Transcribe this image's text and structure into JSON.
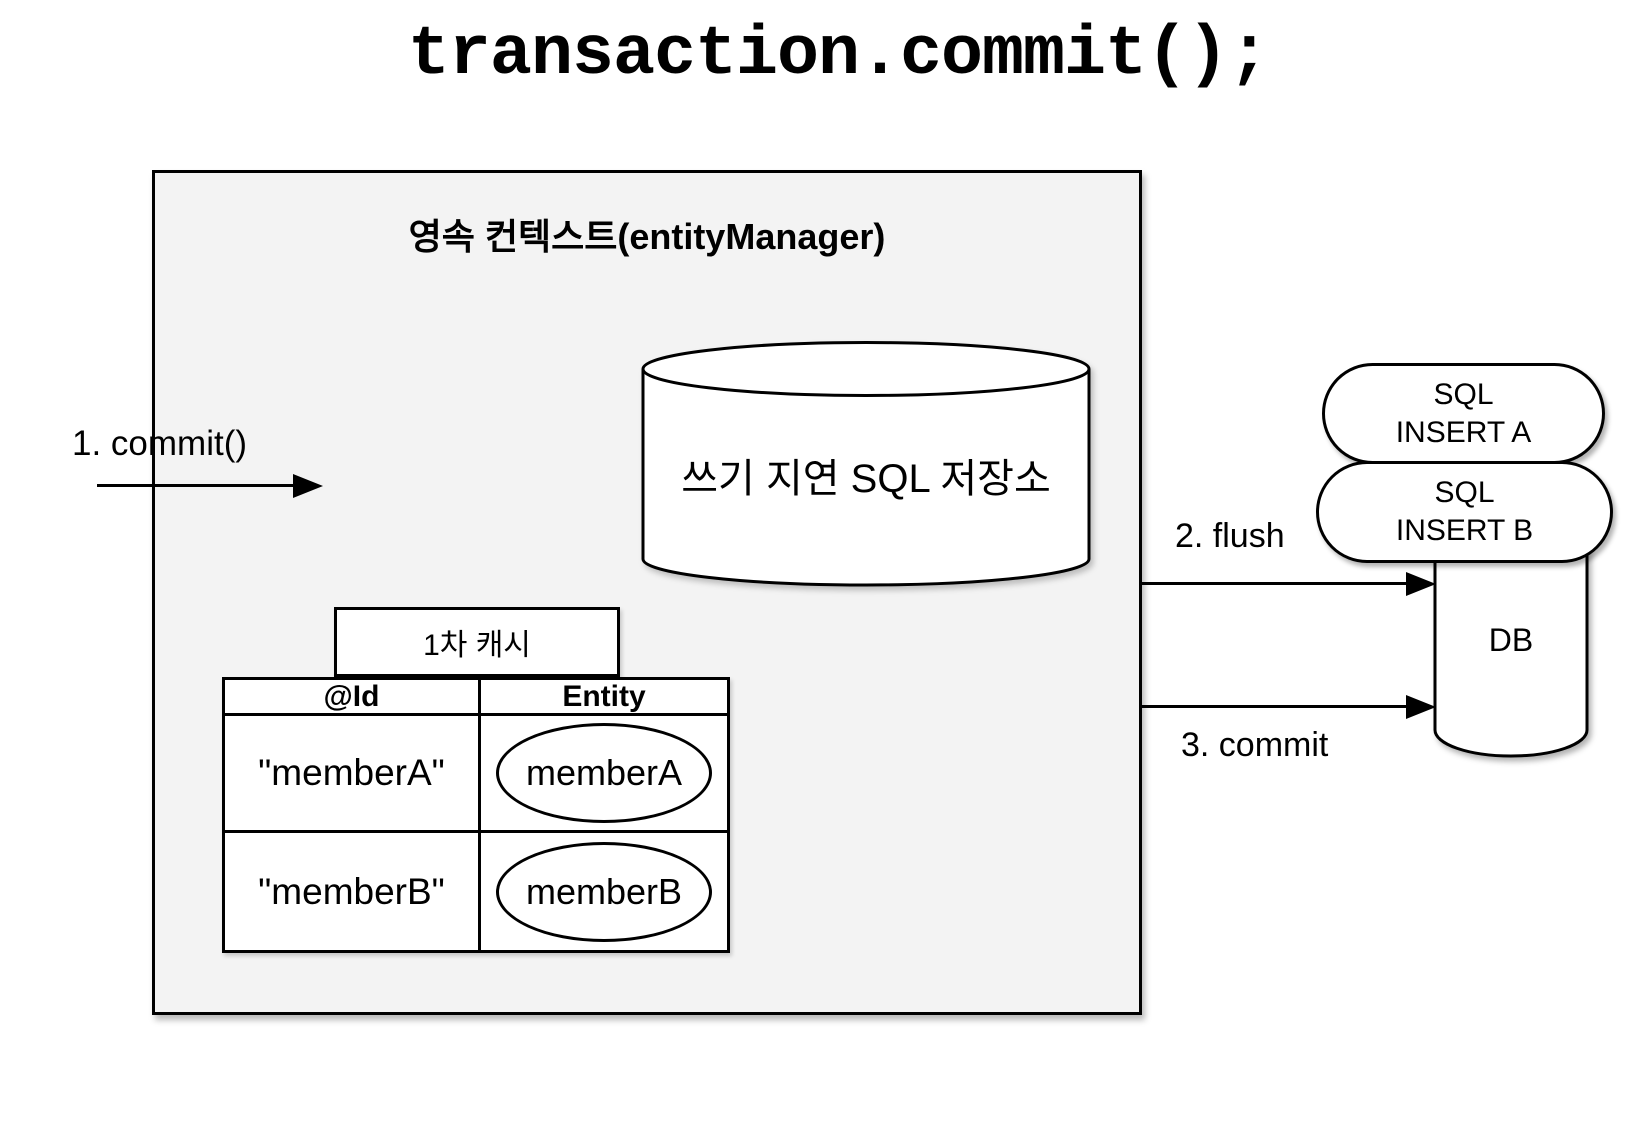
{
  "title": "transaction.commit();",
  "colors": {
    "canvas_bg": "#ffffff",
    "box_bg": "#f3f3f3",
    "stroke": "#000000",
    "shape_fill": "#ffffff",
    "text": "#000000"
  },
  "persistence_context": {
    "label": "영속 컨텍스트(entityManager)",
    "sql_store_label": "쓰기 지연 SQL 저장소",
    "cache": {
      "label": "1차 캐시",
      "columns": [
        "@Id",
        "Entity"
      ],
      "rows": [
        {
          "id": "\"memberA\"",
          "entity": "memberA"
        },
        {
          "id": "\"memberB\"",
          "entity": "memberB"
        }
      ]
    }
  },
  "flow": {
    "step1": "1. commit()",
    "step2": "2. flush",
    "step3": "3. commit"
  },
  "sql_queue": [
    {
      "line1": "SQL",
      "line2": "INSERT A"
    },
    {
      "line1": "SQL",
      "line2": "INSERT B"
    }
  ],
  "db": {
    "label": "DB"
  }
}
